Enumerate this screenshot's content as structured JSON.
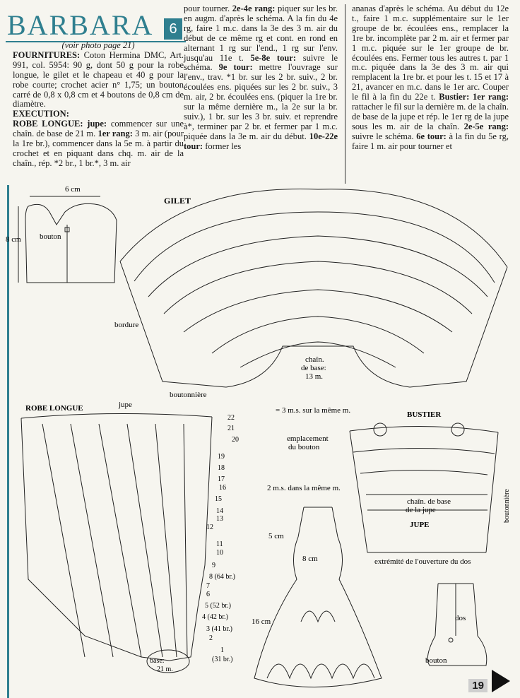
{
  "header": {
    "title": "BARBARA",
    "badge": "6",
    "see_photo": "(voir photo page 21)"
  },
  "col1": {
    "fournitures_label": "FOURNITURES:",
    "fournitures_text": " Coton Hermina DMC, Art. 991, col. 5954: 90 g, dont 50 g pour la robe longue, le gilet et le chapeau et 40 g pour la robe courte; crochet acier n° 1,75; un bouton carré de 0,8 x 0,8 cm et 4 boutons de 0,8 cm de diamètre.",
    "execution_label": "EXECUTION:",
    "robe_label": "ROBE LONGUE: jupe:",
    "robe_text": " commencer sur une chaîn. de base de 21 m. ",
    "rang1_label": "1er rang:",
    "rang1_text": " 3 m. air (pour la 1re br.), commencer dans la 5e m. à partir du crochet et en piquant dans chq. m. air de la chaîn., rép. *2 br., 1 br.*, 3 m. air"
  },
  "col2": {
    "p1": "pour tourner. ",
    "p1_b": "2e-4e rang:",
    "p1_c": " piquer sur les br. en augm. d'après le schéma. A la fin du 4e rg, faire 1 m.c. dans la 3e des 3 m. air du début de ce même rg et cont. en rond en alternant 1 rg sur l'end., 1 rg sur l'env. jusqu'au 11e t. ",
    "p2_b": "5e-8e tour:",
    "p2": " suivre le schéma. ",
    "p3_b": "9e tour:",
    "p3": " mettre l'ouvrage sur l'env., trav. *1 br. sur les 2 br. suiv., 2 br. écoulées ens. piquées sur les 2 br. suiv., 3 m. air, 2 br. écoulées ens. (piquer la 1re br. sur la même dernière m., la 2e sur la br. suiv.), 1 br. sur les 3 br. suiv. et reprendre à*, terminer par 2 br. et fermer par 1 m.c. piquée dans la 3e m. air du début. ",
    "p4_b": "10e-22e tour:",
    "p4": " former les"
  },
  "col3": {
    "p1": "ananas d'après le schéma. Au début du 12e t., faire 1 m.c. supplémentaire sur le 1er groupe de br. écoulées ens., remplacer la 1re br. incomplète par 2 m. air et fermer par 1 m.c. piquée sur le 1er groupe de br. écoulées ens. Fermer tous les autres t. par 1 m.c. piquée dans la 3e des 3 m. air qui remplacent la 1re br. et pour les t. 15 et 17 à 21, avancer en m.c. dans le 1er arc. Couper le fil à la fin du 22e t. ",
    "p2_b": "Bustier: 1er rang:",
    "p2": " rattacher le fil sur la dernière m. de la chaîn. de base de la jupe et rép. le 1er rg de la jupe sous les m. air de la chaîn. ",
    "p3_b": "2e-5e rang:",
    "p3": " suivre le schéma. ",
    "p4_b": "6e tour:",
    "p4": " à la fin du 5e rg, faire 1 m. air pour tourner et"
  },
  "labels": {
    "gilet": "GILET",
    "width_6cm": "6 cm",
    "height_8cm": "8 cm",
    "bouton": "bouton",
    "bordure": "bordure",
    "chain_base": "chaîn.",
    "de_base": "de base:",
    "base_13m": "13 m.",
    "boutonniere": "boutonnière",
    "robe_longue": "ROBE LONGUE",
    "jupe": "jupe",
    "legend_3ms": "= 3 m.s. sur la même m.",
    "legend_2ms": "2 m.s. dans la même m.",
    "bustier": "BUSTIER",
    "emplacement": "emplacement",
    "du_bouton": "du bouton",
    "chain_base_jupe1": "chaîn. de base",
    "chain_base_jupe2": "de la jupe",
    "jupe_caps": "JUPE",
    "extremite": "extrémité de l'ouverture du dos",
    "dim_5cm": "5 cm",
    "dim_8cm": "8 cm",
    "dim_16cm": "16 cm",
    "dos": "dos",
    "bouton2": "bouton",
    "base_label": "base:",
    "base_21m": "21 m.",
    "page": "19"
  },
  "rows": [
    {
      "n": "22"
    },
    {
      "n": "21"
    },
    {
      "n": "20"
    },
    {
      "n": "19"
    },
    {
      "n": "18"
    },
    {
      "n": "17"
    },
    {
      "n": "16"
    },
    {
      "n": "15"
    },
    {
      "n": "14"
    },
    {
      "n": "13"
    },
    {
      "n": "12"
    },
    {
      "n": "11"
    },
    {
      "n": "10"
    },
    {
      "n": "9"
    },
    {
      "n": "8 (64 br.)"
    },
    {
      "n": "7"
    },
    {
      "n": "6"
    },
    {
      "n": "5 (52 br.)"
    },
    {
      "n": "4 (42 br.)"
    },
    {
      "n": "3 (41 br.)"
    },
    {
      "n": "2"
    },
    {
      "n": "1"
    },
    {
      "n": "(31 br.)"
    }
  ]
}
